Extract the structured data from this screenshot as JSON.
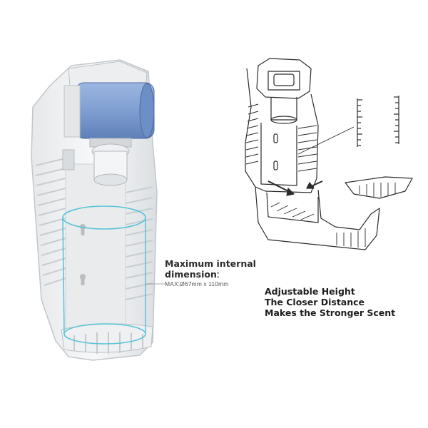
{
  "left_callout": {
    "title_lines": [
      "Maximum internal",
      "dimensionː"
    ],
    "spec": "MAX:Ø67mm x 110mm"
  },
  "right_callout": {
    "lines": [
      "Adjustable Height",
      "The Closer Distance",
      "Makes the Stronger Scent"
    ]
  },
  "colors": {
    "cartridge_blue": "#7f9fd2",
    "highlight_cyan": "#5bc4d8",
    "body_white": "#f2f3f4",
    "outline_dark": "#2b2b2b"
  }
}
